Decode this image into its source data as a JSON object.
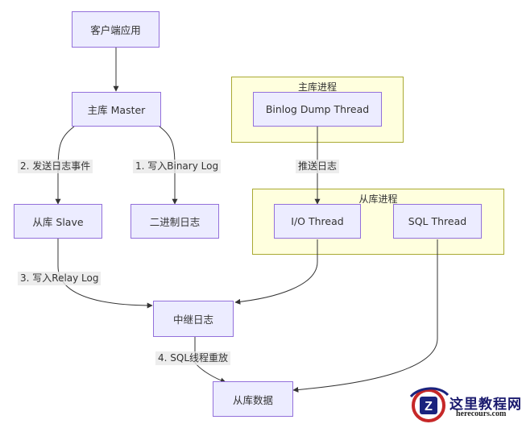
{
  "nodes": {
    "client": "客户端应用",
    "master": "主库 Master",
    "binlog_dump": "Binlog Dump Thread",
    "slave": "从库 Slave",
    "binary_log": "二进制日志",
    "io_thread": "I/O Thread",
    "sql_thread": "SQL Thread",
    "relay_log": "中继日志",
    "slave_data": "从库数据"
  },
  "clusters": {
    "master_process": "主库进程",
    "slave_process": "从库进程"
  },
  "edges": {
    "send_log_event": "2. 发送日志事件",
    "write_binary_log": "1. 写入Binary Log",
    "push_log": "推送日志",
    "write_relay_log": "3. 写入Relay Log",
    "sql_replay": "4. SQL线程重放"
  },
  "watermark": {
    "text": "这里教程网",
    "url": "herecours.com",
    "logo_letter": "Z"
  },
  "colors": {
    "node_fill": "#ECECFF",
    "node_border": "#9370DB",
    "cluster_fill": "#FFFFDE",
    "cluster_border": "#AAAA33",
    "edge": "#333333"
  }
}
